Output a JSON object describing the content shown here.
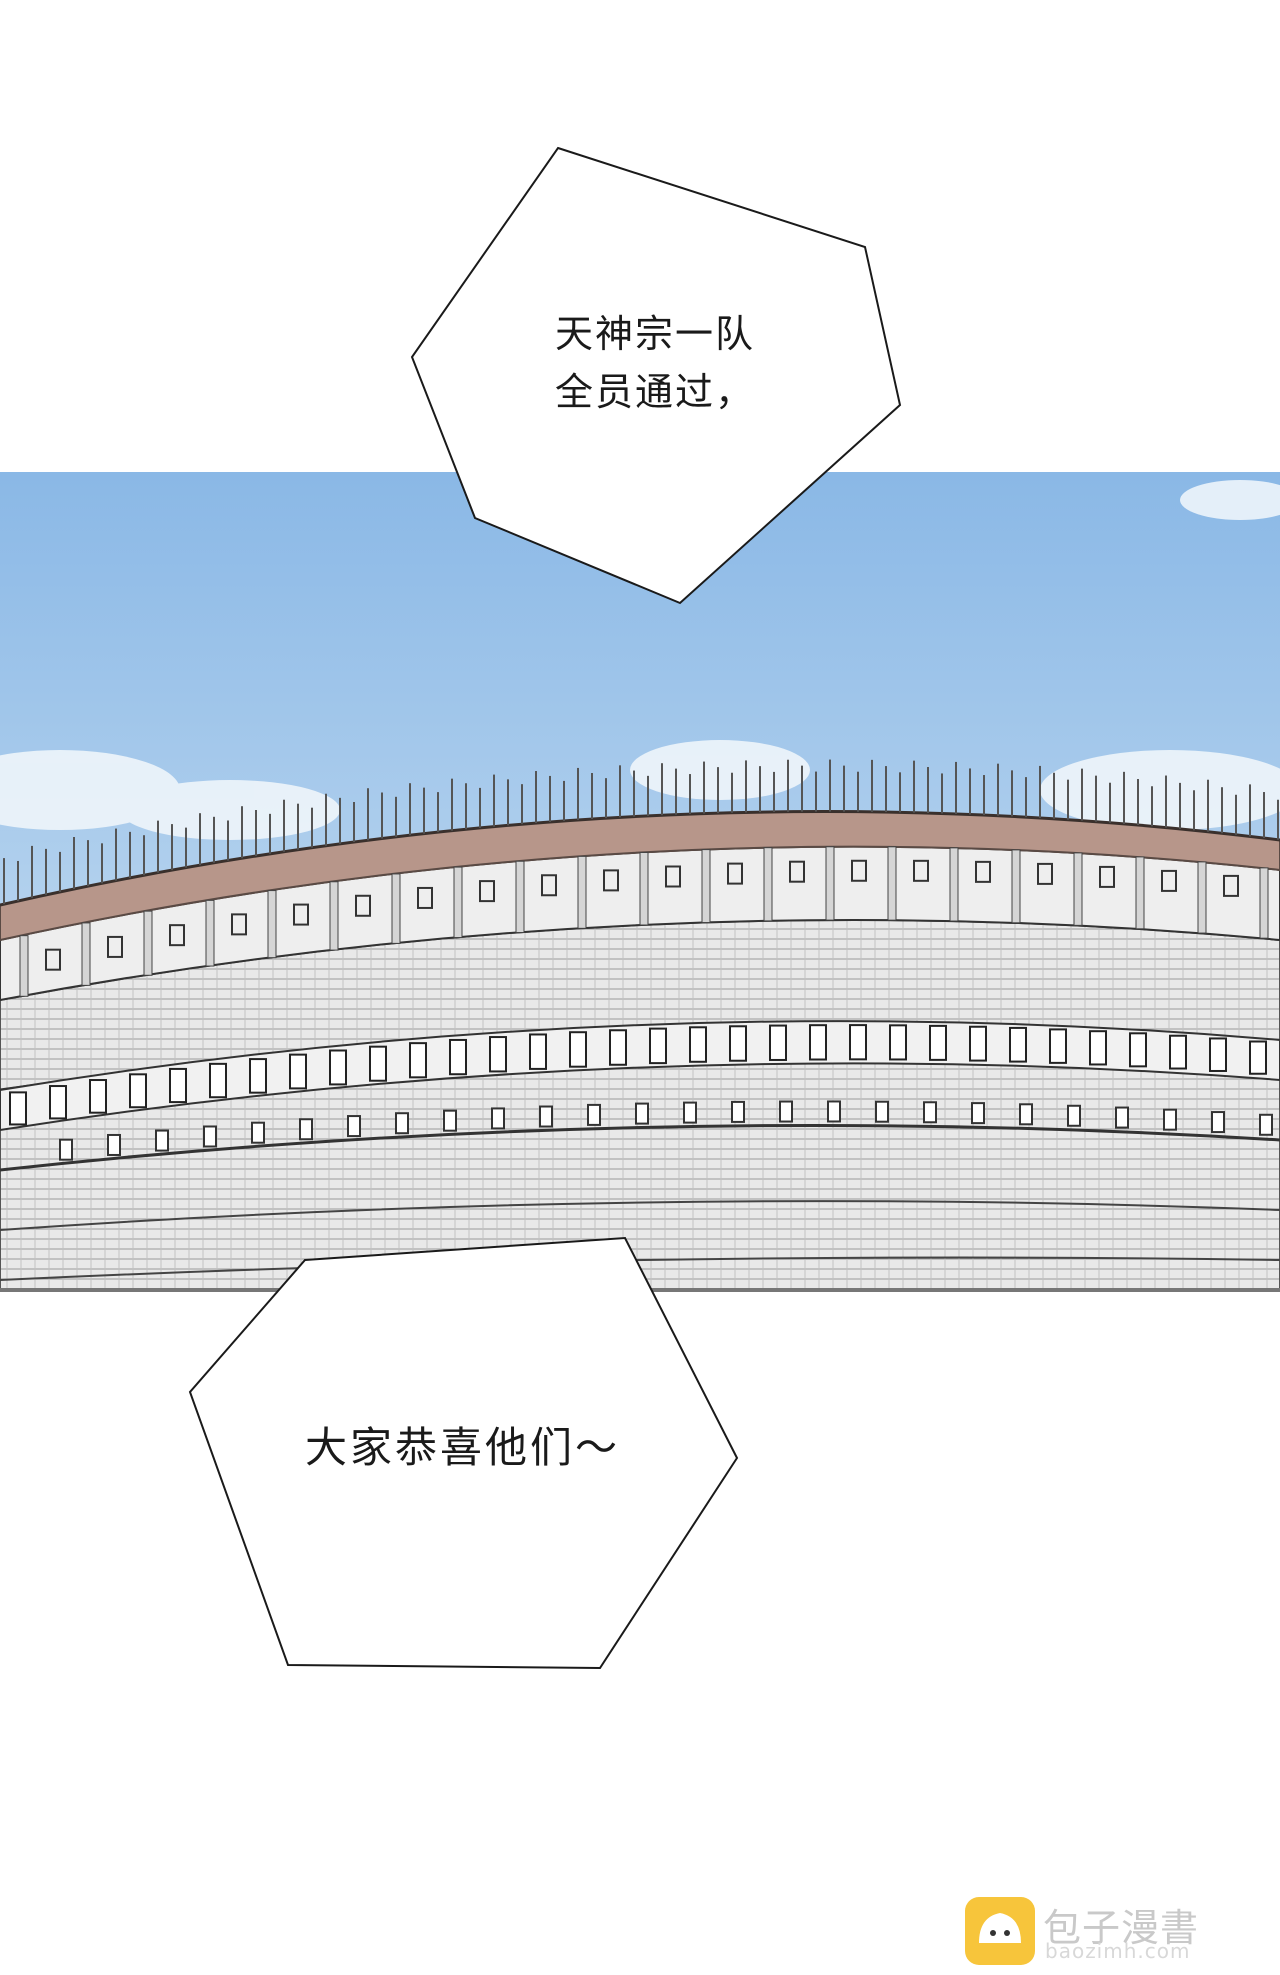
{
  "panel1": {
    "lines": [
      "天神宗一队",
      "全员通过，"
    ]
  },
  "panel2": {
    "lines": [
      "大家恭喜他们～"
    ]
  },
  "watermark": {
    "brand": "包子漫書",
    "url": "baozimh.com"
  },
  "colors": {
    "sky_top": "#8ab8e6",
    "sky_bottom": "#dbe9f5",
    "roof": "#b7968a",
    "stone": "#e6e6e6",
    "ink": "#1a1a1a"
  }
}
